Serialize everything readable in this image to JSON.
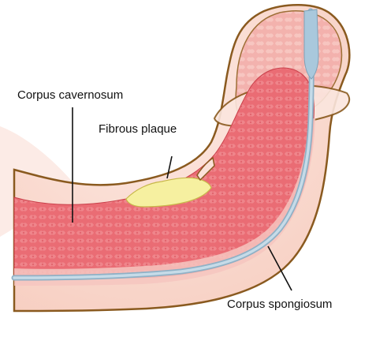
{
  "labels": {
    "corpus_cavernosum": "Corpus cavernosum",
    "fibrous_plaque": "Fibrous plaque",
    "corpus_spongiosum": "Corpus spongiosum"
  },
  "colors": {
    "skin_outline": "#8a5a1f",
    "skin_fill": "#fbe1d8",
    "tissue_red": "#e8646c",
    "tissue_dark": "#c9404a",
    "tissue_light": "#f2a3a3",
    "urethra": "#a9c8dc",
    "plaque": "#f6f0a0",
    "plaque_outline": "#c8b84a"
  }
}
